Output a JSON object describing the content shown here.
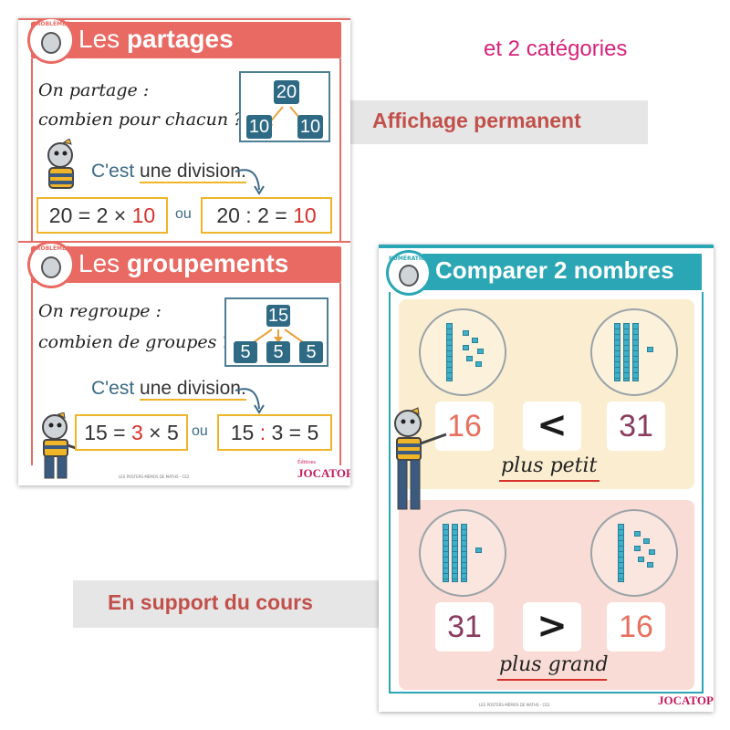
{
  "annotations": {
    "categories": "et 2 catégories",
    "permanent": "Affichage permanent",
    "support": "En support du cours"
  },
  "poster1": {
    "sections": [
      {
        "badge": "PROBLÈMES",
        "title_prefix": "Les",
        "title_bold": "partages",
        "line1": "On partage :",
        "line2": "combien pour chacun ?",
        "diagram_top": "20",
        "diagram_bottom": [
          "10",
          "10"
        ],
        "cest": "C'est",
        "cest_underline": "une division.",
        "eq1": {
          "a": "20 = 2 × ",
          "r": "10",
          "b": ""
        },
        "ou": "ou",
        "eq2": {
          "a": "20 : 2 = ",
          "r": "10",
          "b": ""
        }
      },
      {
        "badge": "PROBLÈMES",
        "title_prefix": "Les",
        "title_bold": "groupements",
        "line1": "On regroupe :",
        "line2": "combien de groupes ?",
        "diagram_top": "15",
        "diagram_bottom": [
          "5",
          "5",
          "5"
        ],
        "cest": "C'est",
        "cest_underline": "une division.",
        "eq1": {
          "a": "15 = ",
          "r": "3",
          "b": " × 5"
        },
        "ou": "ou",
        "eq2": {
          "a": "15 ",
          "r": ":",
          "b": " 3 = 5"
        }
      }
    ],
    "footer": "LES POSTERS-MÉMOS DE MATHS - CE2",
    "brand_small": "Éditions",
    "brand": "JOCATOP"
  },
  "poster2": {
    "badge": "NUMÉRATION",
    "title": "Comparer 2 nombres",
    "row1": {
      "left": "16",
      "sign": "<",
      "right": "31",
      "phrase": "plus petit"
    },
    "row2": {
      "left": "31",
      "sign": ">",
      "right": "16",
      "phrase": "plus grand"
    },
    "footer": "LES POSTERS-MÉMOS DE MATHS - CE2",
    "brand": "JOCATOP"
  },
  "colors": {
    "red_header": "#e86a62",
    "teal_header": "#2aa6b5",
    "equation_border": "#f0b429",
    "diagram_box": "#2f6a85",
    "annotation_pink": "#d6227a",
    "annotation_red": "#c2504a"
  }
}
